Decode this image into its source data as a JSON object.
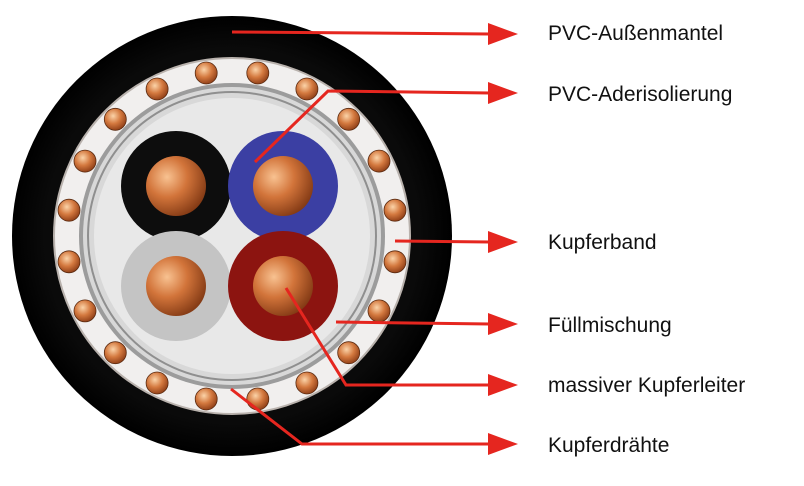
{
  "labels": {
    "outer_sheath": "PVC-Außenmantel",
    "core_insulation": "PVC-Aderisolierung",
    "copper_tape": "Kupferband",
    "filler": "Füllmischung",
    "solid_conductor": "massiver Kupferleiter",
    "copper_wires": "Kupferdrähte"
  },
  "colors": {
    "arrow": "#e5261f",
    "sheath": "#050505",
    "core_black": "#0d0d0d",
    "core_blue": "#3b3fa3",
    "core_grey": "#c4c4c4",
    "core_red": "#8c1410",
    "copper": "#c9662e",
    "filler": "#d9d9d9"
  }
}
